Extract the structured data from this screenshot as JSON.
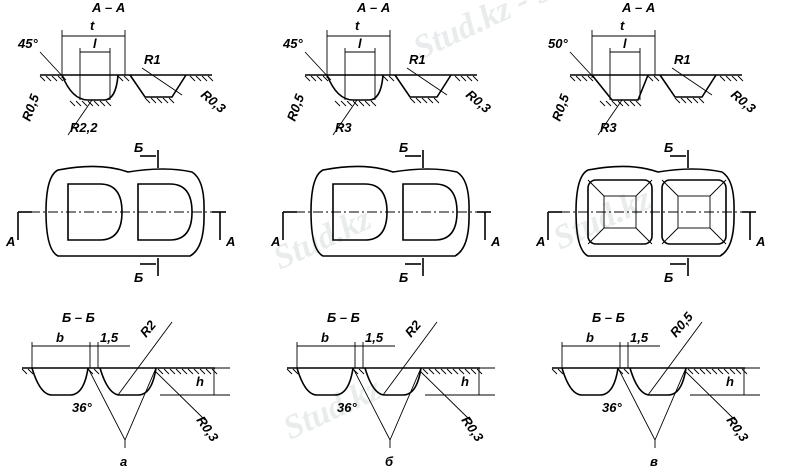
{
  "watermark": "Stud.kz",
  "watermark_alt": "Stud.kz - Stud.kz",
  "panels": [
    {
      "id": "a",
      "caption": "а",
      "section_aa": "А – А",
      "section_bb": "Б – Б",
      "angle_top": "45°",
      "dim_t": "t",
      "dim_l": "l",
      "radius_top": "R1",
      "radius_small": "R0,5",
      "radius_bottom": "R2,2",
      "radius_edge": "R0,3",
      "cut_a": "А",
      "cut_b": "Б",
      "dim_b": "b",
      "dim_pitch": "1,5",
      "radius_bb": "R2",
      "dim_h": "h",
      "angle_bb": "36°",
      "radius_bb_edge": "R0,3"
    },
    {
      "id": "b",
      "caption": "б",
      "section_aa": "А – А",
      "section_bb": "Б – Б",
      "angle_top": "45°",
      "dim_t": "t",
      "dim_l": "l",
      "radius_top": "R1",
      "radius_small": "R0,5",
      "radius_bottom": "R3",
      "radius_edge": "R0,3",
      "cut_a": "А",
      "cut_b": "Б",
      "dim_b": "b",
      "dim_pitch": "1,5",
      "radius_bb": "R2",
      "dim_h": "h",
      "angle_bb": "36°",
      "radius_bb_edge": "R0,3"
    },
    {
      "id": "c",
      "caption": "в",
      "section_aa": "А – А",
      "section_bb": "Б – Б",
      "angle_top": "50°",
      "dim_t": "t",
      "dim_l": "l",
      "radius_top": "R1",
      "radius_small": "R0,5",
      "radius_bottom": "R3",
      "radius_edge": "R0,3",
      "cut_a": "А",
      "cut_b": "Б",
      "dim_b": "b",
      "dim_pitch": "1,5",
      "radius_bb": "R0,5",
      "dim_h": "h",
      "angle_bb": "36°",
      "radius_bb_edge": "R0,3"
    }
  ]
}
